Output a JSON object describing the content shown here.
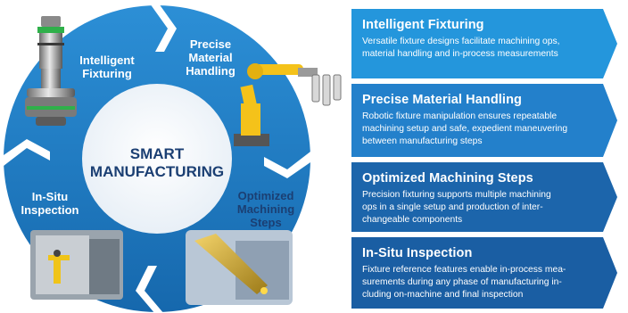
{
  "colors": {
    "ring_blue": "#1f7cc4",
    "ring_dark": "#15609f",
    "panel_1": "#2496dc",
    "panel_2": "#2380cb",
    "panel_3": "#1c65ab",
    "panel_4": "#1a5ea3",
    "center_text": "#1b3f73"
  },
  "center": {
    "line1": "SMART",
    "line2": "MANUFACTURING"
  },
  "segments": [
    {
      "line1": "Intelligent",
      "line2": "Fixturing",
      "line3": ""
    },
    {
      "line1": "Precise",
      "line2": "Material",
      "line3": "Handling"
    },
    {
      "line1": "Optimized",
      "line2": "Machining",
      "line3": "Steps"
    },
    {
      "line1": "In-Situ",
      "line2": "Inspection",
      "line3": ""
    }
  ],
  "panels": [
    {
      "title": "Intelligent Fixturing",
      "body": "Versatile fixture designs facilitate machining ops,\nmaterial handling and in-process measurements"
    },
    {
      "title": "Precise Material Handling",
      "body": "Robotic fixture manipulation ensures repeatable\nmachining setup and safe, expedient maneuvering\nbetween manufacturing steps"
    },
    {
      "title": "Optimized Machining Steps",
      "body": "Precision fixturing supports multiple machining\nops in a single setup and production of inter-\nchangeable components"
    },
    {
      "title": "In-Situ Inspection",
      "body": "Fixture reference features enable in-process mea-\nsurements during any phase of manufacturing in-\ncluding on-machine and final inspection"
    }
  ]
}
